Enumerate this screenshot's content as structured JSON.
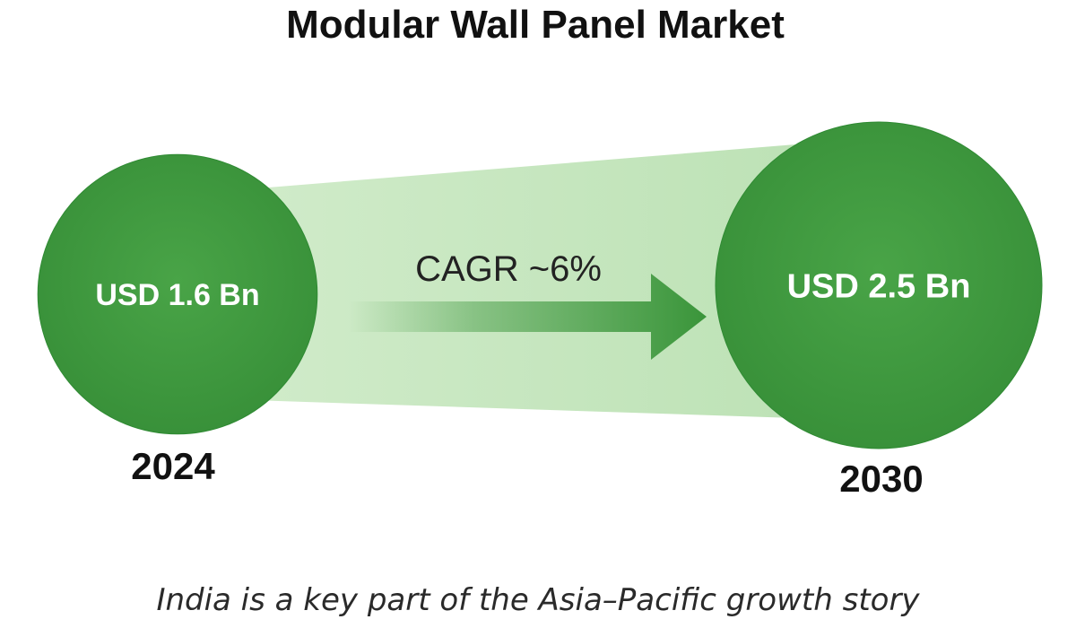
{
  "chart_data": {
    "type": "bubble-comparison",
    "title": "Modular Wall Panel Market",
    "points": [
      {
        "year": "2024",
        "value": 1.6,
        "label": "USD 1.6 Bn"
      },
      {
        "year": "2030",
        "value": 2.5,
        "label": "USD 2.5 Bn"
      }
    ],
    "annotation": "CAGR ~6%",
    "caption": "India is a key part of the Asia–Pacific growth story"
  },
  "colors": {
    "bubble": "#3f9a3f",
    "bubble_edge": "#2f8a33",
    "cone": "#bfe2b8",
    "arrow": "#3a953a",
    "value_text": "#ffffff",
    "title": "#111111",
    "caption": "#2a2a2a"
  }
}
